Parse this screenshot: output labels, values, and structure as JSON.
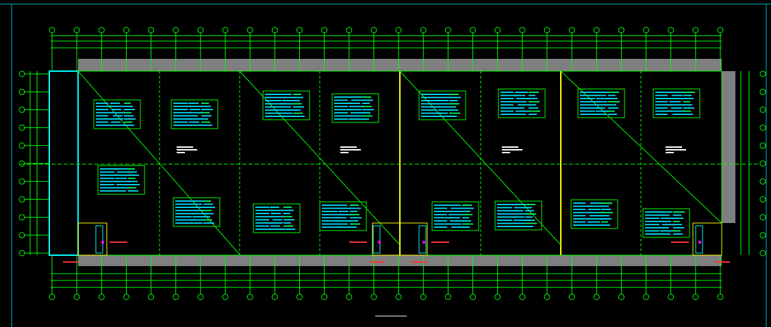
{
  "colors": {
    "background": "#000000",
    "frame": "#00b7c8",
    "grid": "#00ff00",
    "wall": "#7f7f7f",
    "yellow": "#ffff00",
    "cyan": "#00ffff",
    "annotation": "#00e5ff",
    "red": "#ff3030",
    "white": "#ffffff"
  },
  "drawing_title": "",
  "top_axis_circles": 28,
  "side_axis_circles": 11,
  "note_panels": 16,
  "room_labels": 4,
  "door_labels": 4
}
